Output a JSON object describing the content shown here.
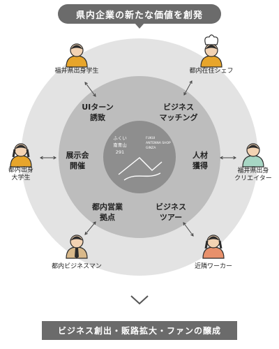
{
  "header": {
    "title": "県内企業の新たな価値を創発"
  },
  "footer": {
    "title": "ビジネス創出・販路拡大・ファンの醸成"
  },
  "center": {
    "logo_left": [
      "ふくい",
      "南青山",
      "291"
    ],
    "logo_right": [
      "FUKUI",
      "ANTENNA SHOP",
      "GINZA"
    ]
  },
  "inner_labels": [
    {
      "id": "ui-turn",
      "lines": [
        "UIターン",
        "誘致"
      ]
    },
    {
      "id": "business-matching",
      "lines": [
        "ビジネス",
        "マッチング"
      ]
    },
    {
      "id": "exhibition",
      "lines": [
        "展示会",
        "開催"
      ]
    },
    {
      "id": "talent",
      "lines": [
        "人材",
        "獲得"
      ]
    },
    {
      "id": "sales-base",
      "lines": [
        "都内営業",
        "拠点"
      ]
    },
    {
      "id": "business-tour",
      "lines": [
        "ビジネス",
        "ツアー"
      ]
    }
  ],
  "people": [
    {
      "id": "fukui-student",
      "lines": [
        "福井県出身学生"
      ],
      "shirt": "#e7a52b"
    },
    {
      "id": "tokyo-chef",
      "lines": [
        "都内在住シェフ"
      ],
      "shirt": "#e7a52b"
    },
    {
      "id": "tokyo-univ-student",
      "lines": [
        "都内出身",
        "大学生"
      ],
      "shirt": "#e7a52b"
    },
    {
      "id": "fukui-creator",
      "lines": [
        "福井県出身",
        "クリエイター"
      ],
      "shirt": "#a7d6c4"
    },
    {
      "id": "tokyo-businessman",
      "lines": [
        "都内ビジネスマン"
      ],
      "shirt": "#d9b98a"
    },
    {
      "id": "nearby-worker",
      "lines": [
        "近隣ワーカー"
      ],
      "shirt": "#e8906b"
    }
  ],
  "colors": {
    "outer_ring": "#e3e3e3",
    "inner_ring": "#bdbdbd",
    "center_disc": "#8e8e8e",
    "banner": "#6b6b6b",
    "hair": "#2b2b2b",
    "skin": "#f3d3b3"
  }
}
